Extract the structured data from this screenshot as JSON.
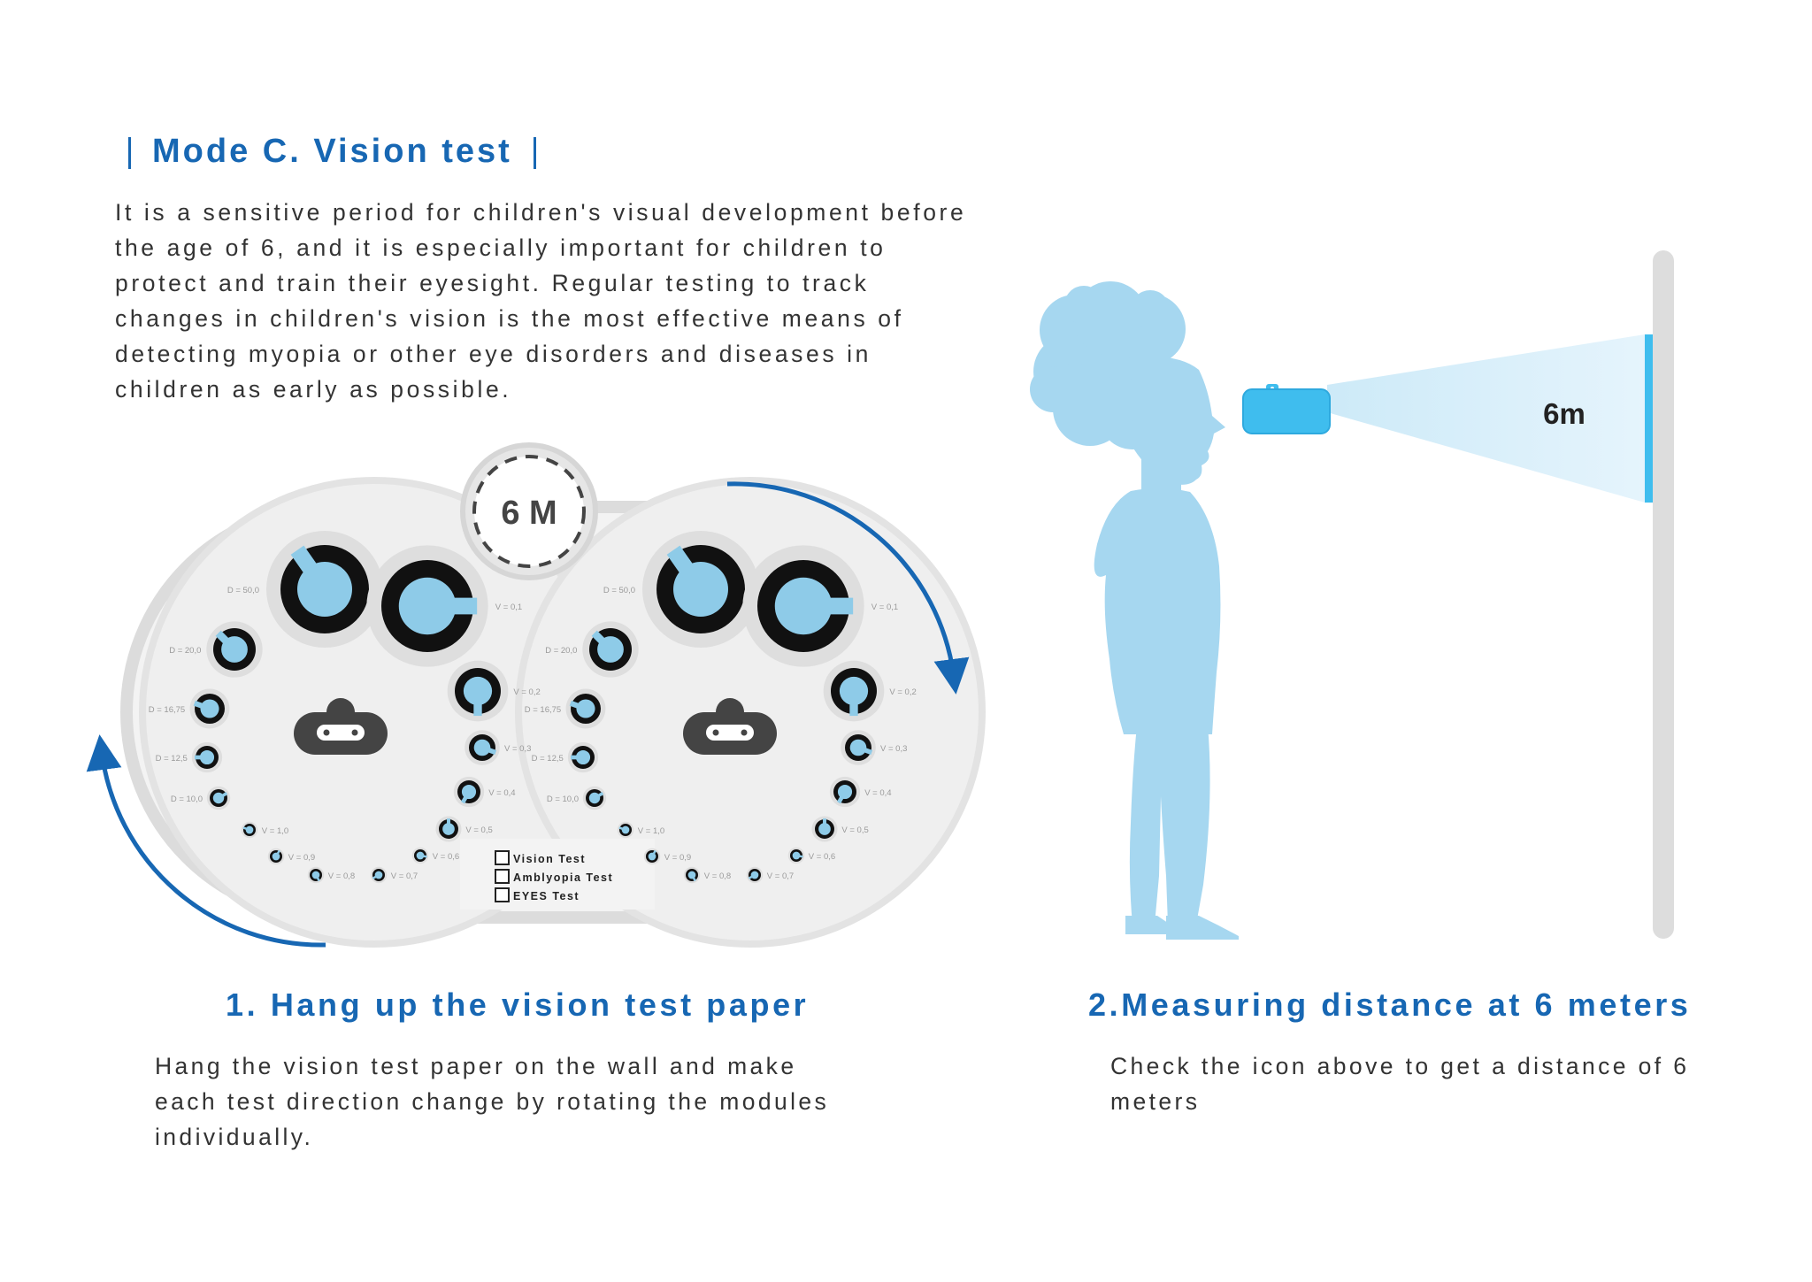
{
  "header": {
    "title": "Mode C. Vision test",
    "intro": "It is a sensitive period for children's visual development before the age of 6, and it is especially important for children to protect and train their eyesight. Regular testing to track changes in children's vision is the most effective means of detecting myopia or other eye disorders and diseases in children as early as possible."
  },
  "chart": {
    "badge": "6 M",
    "left_labels": [
      "D = 50,0",
      "D = 20,0",
      "D = 16,75",
      "D = 12,5",
      "D = 10,0"
    ],
    "right_labels": [
      "V = 0,1",
      "V = 0,2",
      "V = 0,3",
      "V = 0,4",
      "V = 0,5"
    ],
    "bottom_labels": [
      "V = 1,0",
      "V = 0,9",
      "V = 0,8",
      "V = 0,7",
      "V = 0,6"
    ],
    "checkboxes": [
      "Vision Test",
      "Amblyopia Test",
      "EYES Test"
    ]
  },
  "distance": {
    "label": "6m"
  },
  "steps": [
    {
      "title": "1. Hang up the vision test paper",
      "text": "Hang the vision test paper on the wall and make each test direction change by rotating the modules individually."
    },
    {
      "title": "2.Measuring distance at 6 meters",
      "text": "Check the icon above to get a distance of 6 meters"
    }
  ],
  "colors": {
    "brand_blue": "#1767b3",
    "light_blue": "#a6d7f0",
    "accent_blue": "#3fbdee",
    "disc_gray": "#ebebeb"
  }
}
